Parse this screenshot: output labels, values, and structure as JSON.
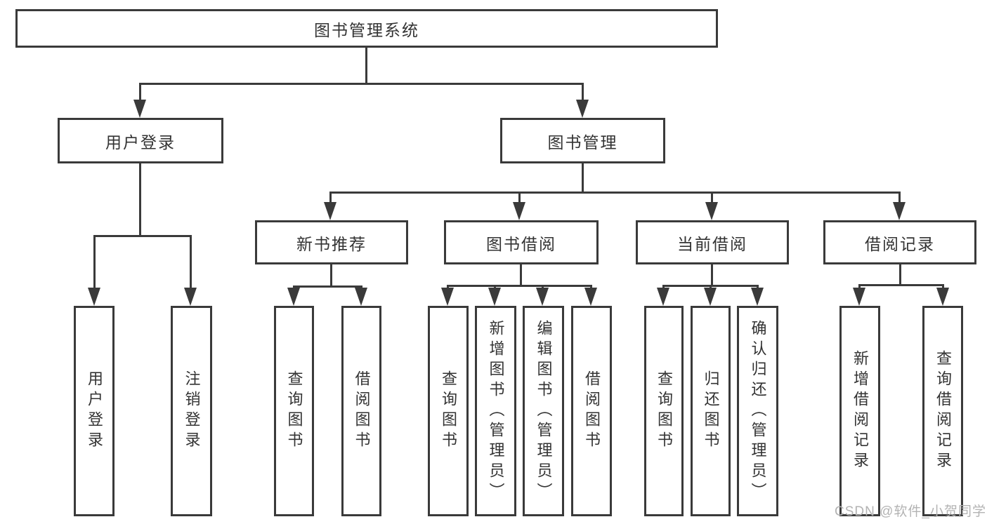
{
  "colors": {
    "line": "#3a3a3a",
    "text": "#333333",
    "box_background": "#ffffff",
    "page_background": "#ffffff",
    "watermark": "#b3b3b3"
  },
  "watermark": {
    "text": "CSDN @软件_小贺同学"
  },
  "tree": {
    "root": {
      "label": "图书管理系统"
    },
    "branches": [
      {
        "label": "用户登录",
        "children": [
          {
            "label": "用户登录"
          },
          {
            "label": "注销登录"
          }
        ]
      },
      {
        "label": "图书管理",
        "children": [
          {
            "label": "新书推荐",
            "children": [
              {
                "label": "查询图书"
              },
              {
                "label": "借阅图书"
              }
            ]
          },
          {
            "label": "图书借阅",
            "children": [
              {
                "label": "查询图书"
              },
              {
                "label": "新增图书（管理员）"
              },
              {
                "label": "编辑图书（管理员）"
              },
              {
                "label": "借阅图书"
              }
            ]
          },
          {
            "label": "当前借阅",
            "children": [
              {
                "label": "查询图书"
              },
              {
                "label": "归还图书"
              },
              {
                "label": "确认归还（管理员）"
              }
            ]
          },
          {
            "label": "借阅记录",
            "children": [
              {
                "label": "新增借阅记录"
              },
              {
                "label": "查询借阅记录"
              }
            ]
          }
        ]
      }
    ]
  }
}
